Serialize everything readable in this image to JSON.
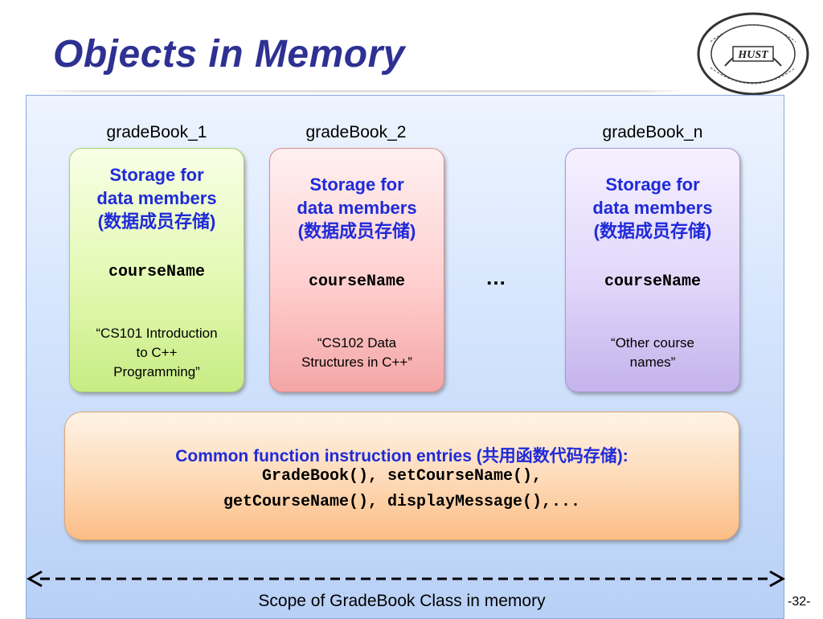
{
  "slide": {
    "title": "Objects in Memory",
    "page_number": "-32-",
    "logo_text": "HUST"
  },
  "objects": [
    {
      "label": "gradeBook_1",
      "storage_line1": "Storage for",
      "storage_line2": "data members",
      "storage_line3": "(数据成员存储)",
      "member": "courseName",
      "value_lines": [
        "“CS101 Introduction",
        "to C++",
        "Programming”"
      ],
      "color": "#d4f59a"
    },
    {
      "label": "gradeBook_2",
      "storage_line1": "Storage for",
      "storage_line2": "data members",
      "storage_line3": "(数据成员存储)",
      "member": "courseName",
      "value_lines": [
        "“CS102 Data",
        "Structures in C++”"
      ],
      "color": "#fbbcbc"
    },
    {
      "label": "gradeBook_n",
      "storage_line1": "Storage for",
      "storage_line2": "data members",
      "storage_line3": "(数据成员存储)",
      "member": "courseName",
      "value_lines": [
        "“Other course",
        "names”"
      ],
      "color": "#d5c8f4"
    }
  ],
  "ellipsis": "…",
  "common": {
    "title": "Common function instruction entries (共用函数代码存储):",
    "code_line1": "GradeBook(), setCourseName(),",
    "code_line2": "getCourseName(), displayMessage(),..."
  },
  "scope": {
    "label": "Scope of GradeBook Class in memory"
  }
}
